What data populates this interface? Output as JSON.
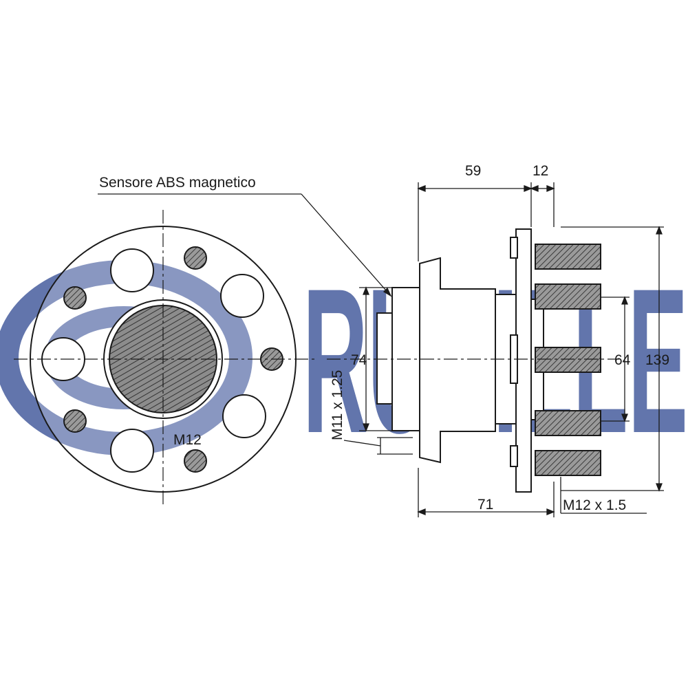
{
  "logo": {
    "text": "RUVILLE",
    "color": "#5a6ea8"
  },
  "colors": {
    "line": "#1a1a1a",
    "hatch": "#555555",
    "fill_gray": "#8a8a8a"
  },
  "labels": {
    "sensor": "Sensore ABS magnetico",
    "front_stud": "M12",
    "dim_59": "59",
    "dim_12": "12",
    "dim_74": "74",
    "thread_sensor": "M11 x 1.25",
    "dim_64": "64",
    "dim_139": "139",
    "dim_71": "71",
    "thread_stud": "M12 x 1.5"
  }
}
